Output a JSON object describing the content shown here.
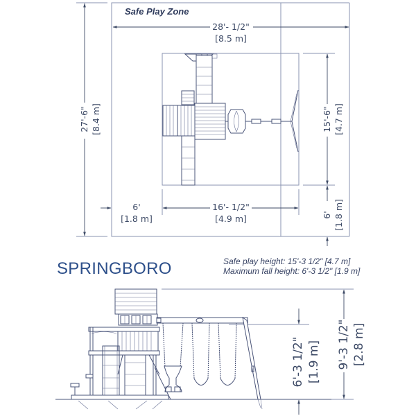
{
  "plan_view": {
    "zone_title": "Safe Play Zone",
    "overall_width": {
      "imperial": "28'- 1/2\"",
      "metric": "[8.5 m]"
    },
    "overall_depth": {
      "imperial": "27'-6\"",
      "metric": "[8.4 m]"
    },
    "structure_width": {
      "imperial": "16'- 1/2\"",
      "metric": "[4.9 m]"
    },
    "structure_depth": {
      "imperial": "15'-6\"",
      "metric": "[4.7 m]"
    },
    "side_clearance": {
      "imperial": "6'",
      "metric": "[1.8 m]"
    },
    "bottom_clearance": {
      "imperial": "6'",
      "metric": "[1.8 m]"
    }
  },
  "product": {
    "name": "SPRINGBORO",
    "safe_play_height": "Safe play height: 15'-3 1/2\" [4.7 m]",
    "max_fall_height": "Maximum fall height: 6'-3 1/2\" [1.9 m]"
  },
  "front_view": {
    "fall_height": {
      "imperial": "6'-3 1/2\"",
      "metric": "[1.9 m]"
    },
    "total_height": {
      "imperial": "9'-3 1/2\"",
      "metric": "[2.8 m]"
    }
  },
  "colors": {
    "line": "#4a5478",
    "dimension_text": "#3d4a66",
    "product_title": "#2d4f8a"
  }
}
